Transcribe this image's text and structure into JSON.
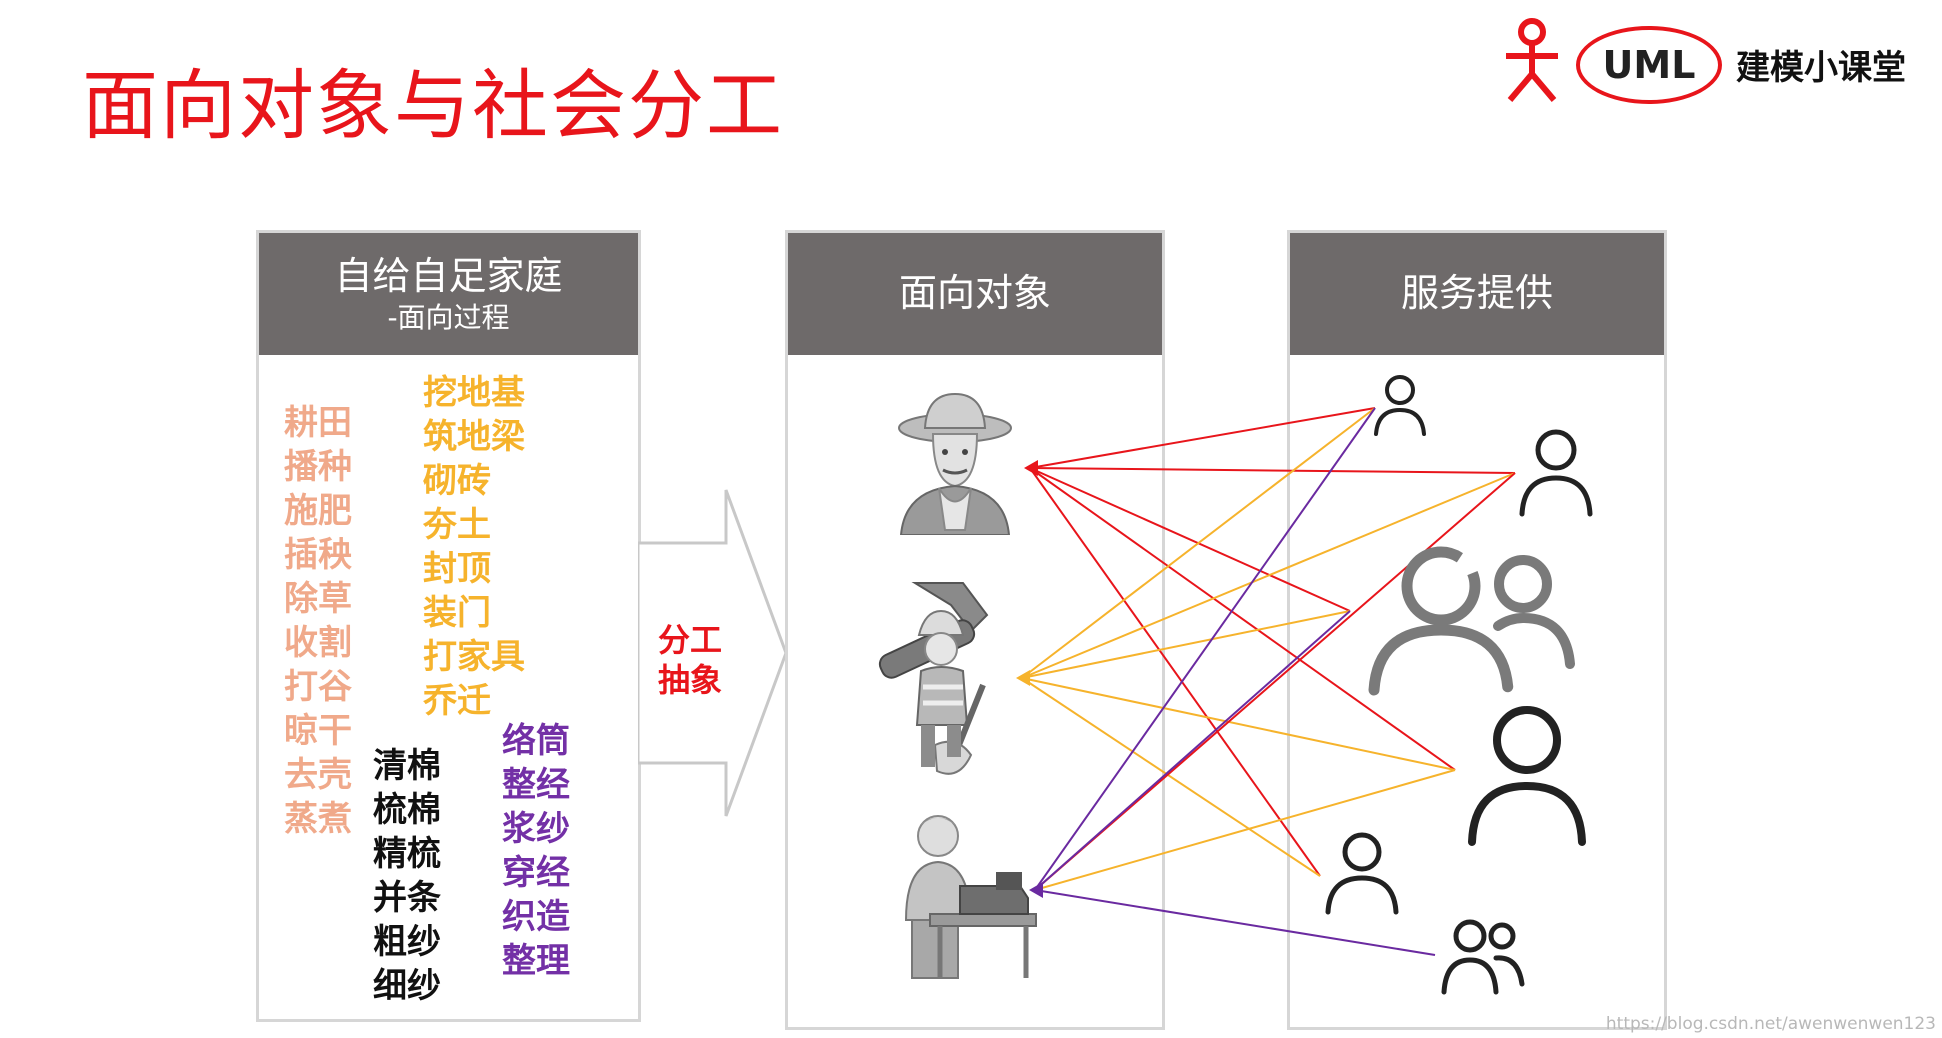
{
  "page": {
    "title": "面向对象与社会分工"
  },
  "logo": {
    "badge": "UML",
    "text": "建模小课堂"
  },
  "panels": {
    "left": {
      "title": "自给自足家庭",
      "subtitle": "-面向过程"
    },
    "middle": {
      "title": "面向对象"
    },
    "right": {
      "title": "服务提供"
    }
  },
  "arrow": {
    "label_line1": "分工",
    "label_line2": "抽象"
  },
  "task_columns": [
    {
      "color": "#f0a98a",
      "items": [
        "耕田",
        "播种",
        "施肥",
        "插秧",
        "除草",
        "收割",
        "打谷",
        "晾干",
        "去壳",
        "蒸煮"
      ]
    },
    {
      "color": "#f6b32c",
      "items": [
        "挖地基",
        "筑地梁",
        "砌砖",
        "夯土",
        "封顶",
        "装门",
        "打家具",
        "乔迁"
      ]
    },
    {
      "color": "#111111",
      "items": [
        "清棉",
        "梳棉",
        "精梳",
        "并条",
        "粗纱",
        "细纱"
      ]
    },
    {
      "color": "#7330a6",
      "items": [
        "络筒",
        "整经",
        "浆纱",
        "穿经",
        "织造",
        "整理"
      ]
    }
  ],
  "line_colors": {
    "red": "#e8151b",
    "yellow": "#f6b32c",
    "purple": "#6a2aa0"
  },
  "icons": {
    "farmer": "farmer-icon",
    "builder": "builder-icon",
    "tailor": "tailor-icon",
    "user": "user-icon",
    "users": "users-icon",
    "logo_figure": "stick-figure-icon"
  },
  "watermark": "https://blog.csdn.net/awenwenwen123"
}
